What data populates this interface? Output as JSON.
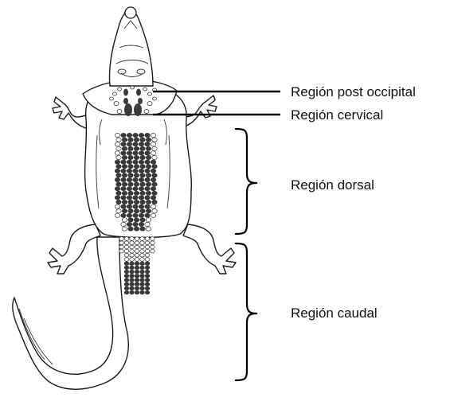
{
  "colors": {
    "line": "#000000",
    "outline": "#1a1a1a",
    "scale_dark": "#3a3a3a",
    "scale_light": "#ffffff"
  },
  "labels": {
    "post_occipital": "Región post occipital",
    "cervical": "Región cervical",
    "dorsal": "Región dorsal",
    "caudal": "Región caudal"
  }
}
